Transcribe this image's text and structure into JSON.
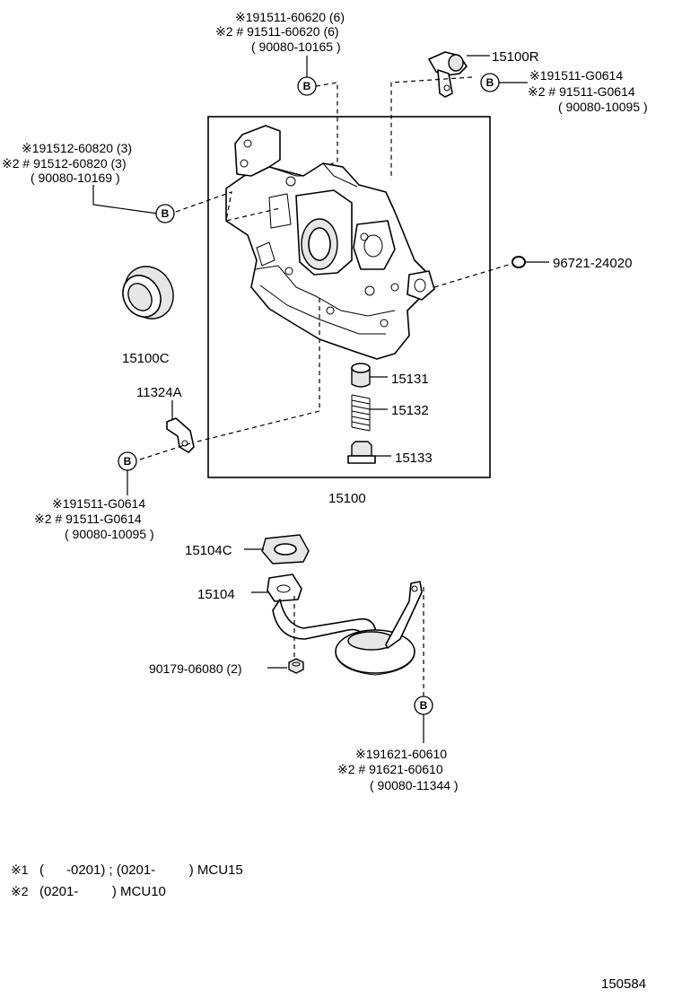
{
  "parts": {
    "p15100R": "15100R",
    "p15100C": "15100C",
    "p11324A": "11324A",
    "p15131": "15131",
    "p15132": "15132",
    "p15133": "15133",
    "p15100": "15100",
    "p96721": "96721-24020",
    "p15104C": "15104C",
    "p15104": "15104",
    "p90179": "90179-06080 (2)"
  },
  "callouts": {
    "top": [
      "※191511-60620 (6)",
      "※2 # 91511-60620 (6)",
      "( 90080-10165 )"
    ],
    "right": [
      "※191511-G0614",
      "※2 # 91511-G0614",
      "( 90080-10095 )"
    ],
    "left": [
      "※191512-60820 (3)",
      "※2 # 91512-60820 (3)",
      "( 90080-10169 )"
    ],
    "lower": [
      "※191511-G0614",
      "※2 # 91511-G0614",
      "( 90080-10095 )"
    ],
    "bottom": [
      "※191621-60610",
      "※2 # 91621-60610",
      "( 90080-11344 )"
    ]
  },
  "bolt_marker": "B",
  "notes": {
    "n1_mark": "※1",
    "n1_text": "(      -0201) ; (0201-         ) MCU15",
    "n2_mark": "※2",
    "n2_text": "(0201-         ) MCU10"
  },
  "diagram_id": "150584"
}
